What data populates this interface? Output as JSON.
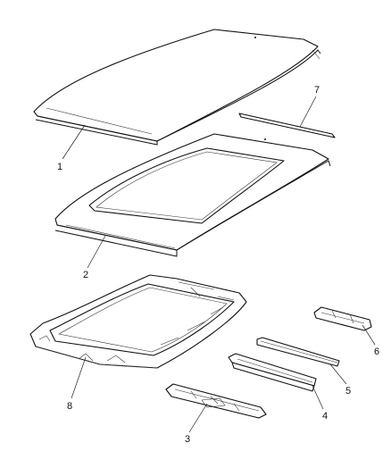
{
  "diagram": {
    "callouts": [
      {
        "id": "roof-panel",
        "label": "1"
      },
      {
        "id": "roof-panel-sunroof",
        "label": "2"
      },
      {
        "id": "rear-header-bracket",
        "label": "3"
      },
      {
        "id": "roof-bow-rear",
        "label": "4"
      },
      {
        "id": "roof-bow-front",
        "label": "5"
      },
      {
        "id": "front-header-bracket",
        "label": "6"
      },
      {
        "id": "ditch-molding",
        "label": "7"
      },
      {
        "id": "sunroof-reinforcement-frame",
        "label": "8"
      }
    ]
  }
}
